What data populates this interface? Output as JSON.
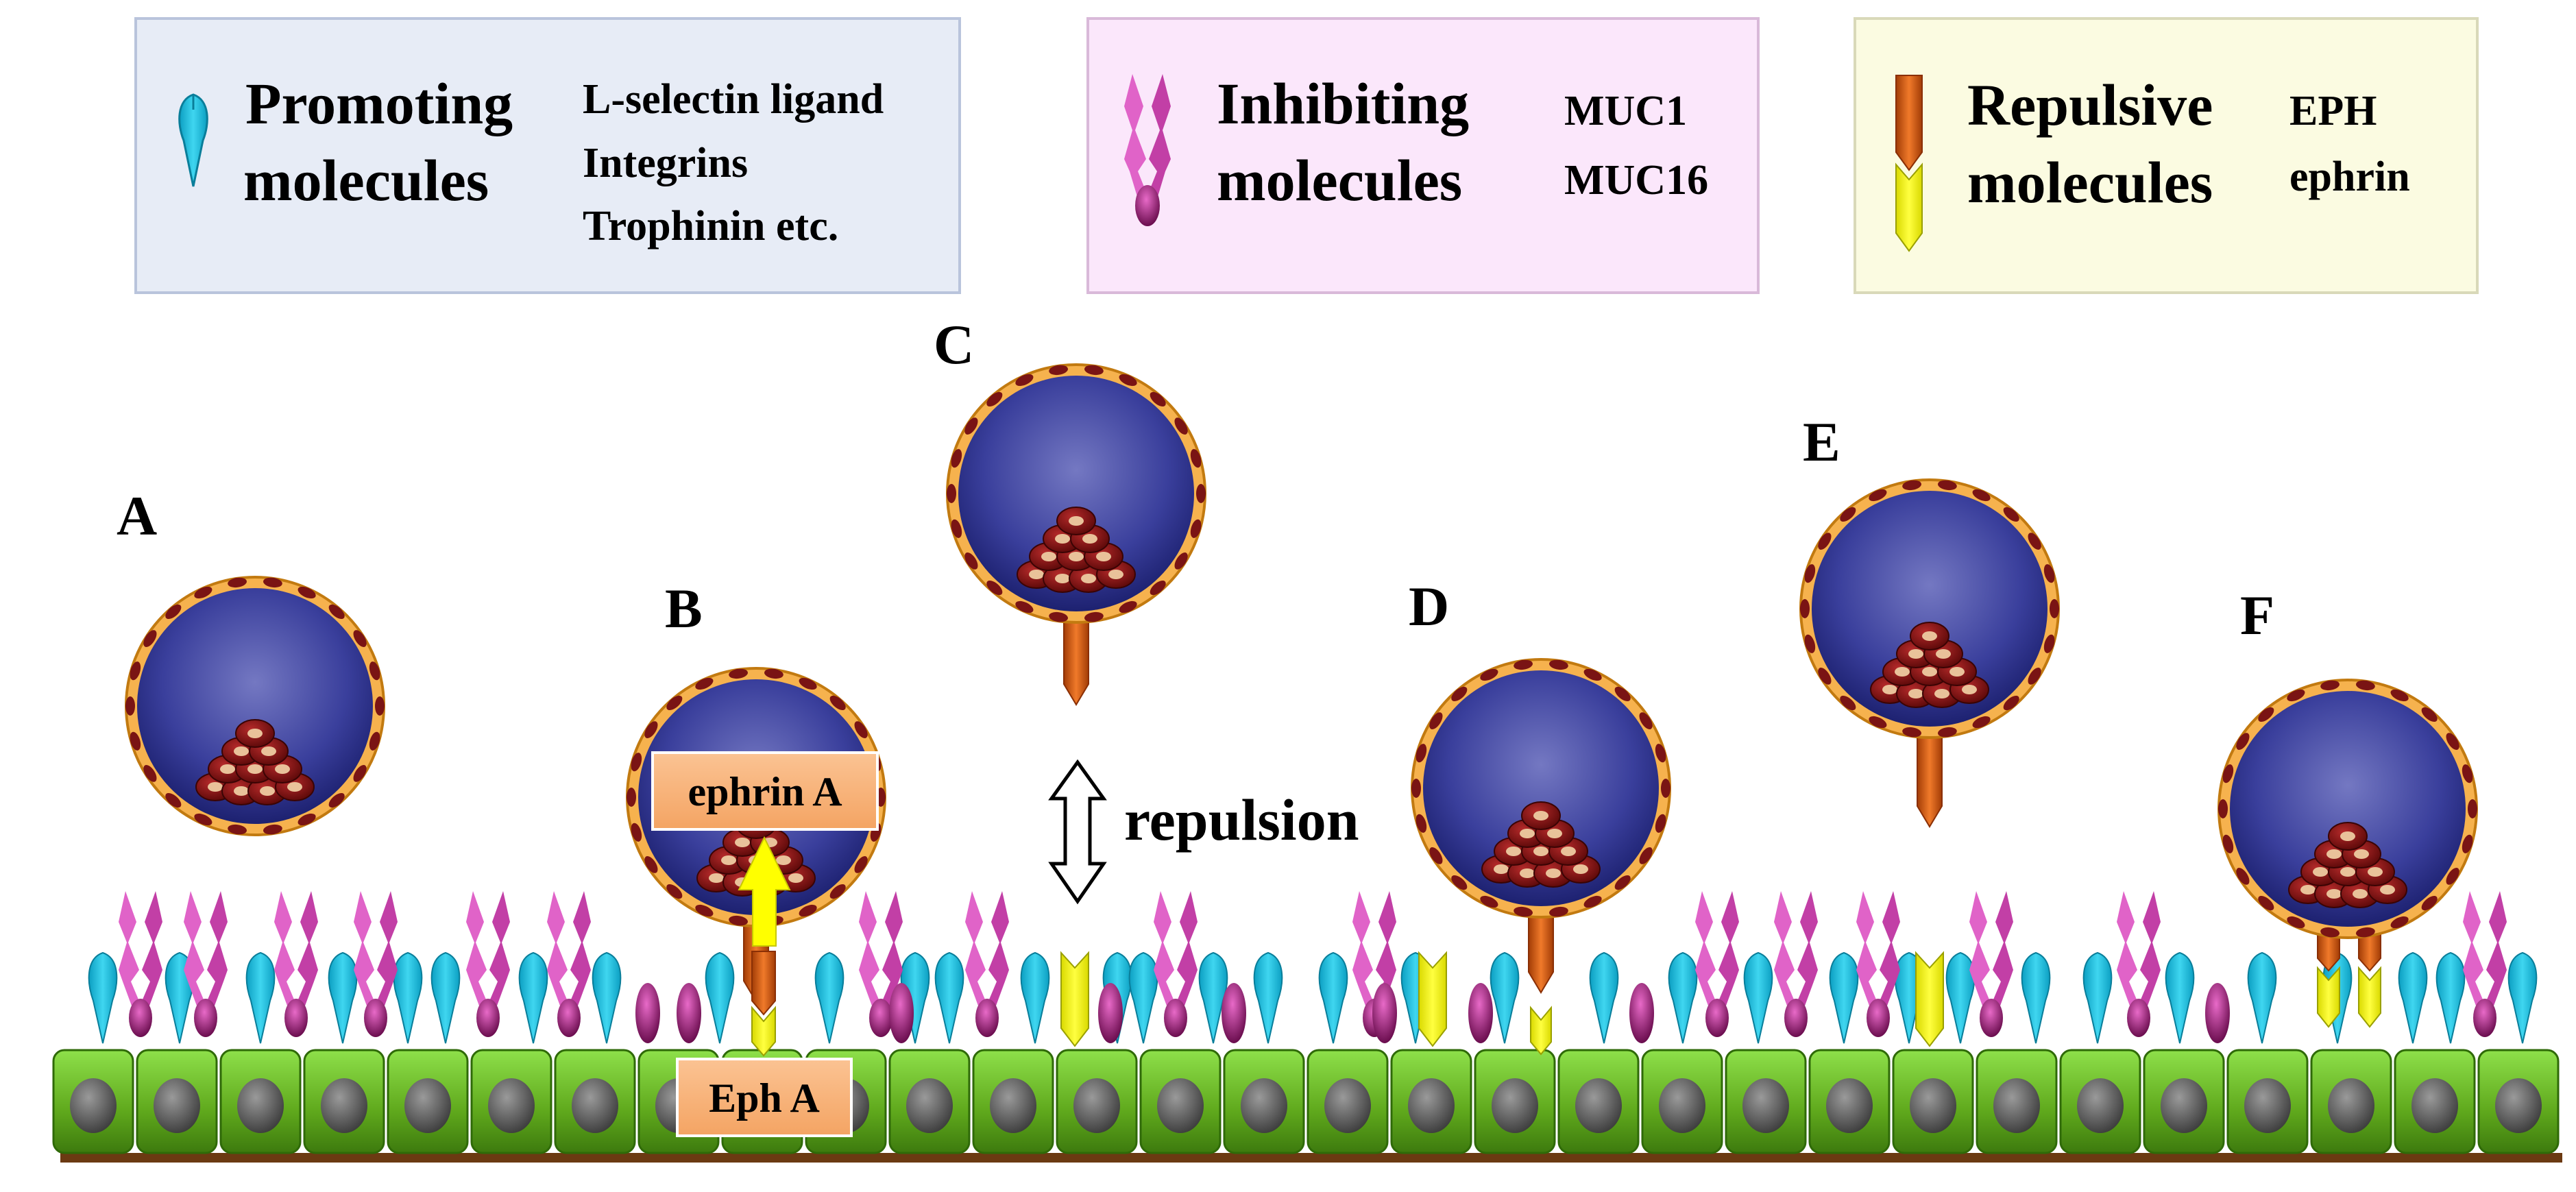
{
  "legend": [
    {
      "title1": "Promoting",
      "title2": "molecules",
      "items": [
        "L-selectin ligand",
        "Integrins",
        "Trophinin etc."
      ],
      "bg": "#e7ecf6"
    },
    {
      "title1": "Inhibiting",
      "title2": "molecules",
      "items": [
        "MUC1",
        "MUC16"
      ],
      "bg": "#fbe7fb"
    },
    {
      "title1": "Repulsive",
      "title2": "molecules",
      "items": [
        "EPH",
        "ephrin"
      ],
      "bg": "#fbfbe1"
    }
  ],
  "panels": [
    "A",
    "B",
    "C",
    "D",
    "E",
    "F"
  ],
  "labels": {
    "ephrin_a": "ephrin A",
    "eph_a": "Eph A",
    "repulsion": "repulsion"
  },
  "colors": {
    "cell_green": "#5fa81c",
    "blastocoel_blue": "#2a2f8a",
    "promoting_cyan": "#16b7d9",
    "inhibiting_pink": "#e063c8",
    "repulsive_orange": "#d2560f",
    "repulsive_yellow": "#f2f20a",
    "label_box": "#f7b37c"
  }
}
